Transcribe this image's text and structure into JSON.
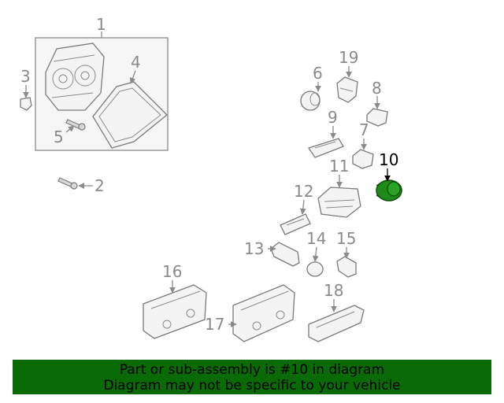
{
  "callouts": {
    "c1": "1",
    "c2": "2",
    "c3": "3",
    "c4": "4",
    "c5": "5",
    "c6": "6",
    "c7": "7",
    "c8": "8",
    "c9": "9",
    "c10": "10",
    "c11": "11",
    "c12": "12",
    "c13": "13",
    "c14": "14",
    "c15": "15",
    "c16": "16",
    "c17": "17",
    "c18": "18",
    "c19": "19"
  },
  "highlight": {
    "part": "10",
    "color": "#1f8a1a"
  },
  "banner": {
    "line1": "Part or sub-assembly is #10 in diagram",
    "line2": "Diagram may not be specific to your vehicle",
    "background": "#0a6a06"
  }
}
